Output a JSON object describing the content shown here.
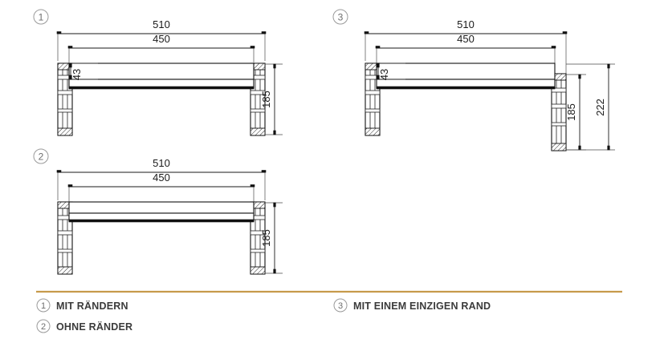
{
  "page": {
    "background": "#ffffff",
    "accent_color": "#c79a4b",
    "line_color": "#111111",
    "marker_color": "#9a9a9a"
  },
  "figures": [
    {
      "id": "fig-1",
      "marker": "1",
      "dimensions": {
        "outer_width": "510",
        "inner_width": "450",
        "beam_height": "43",
        "post_height": "185"
      }
    },
    {
      "id": "fig-2",
      "marker": "2",
      "dimensions": {
        "outer_width": "510",
        "inner_width": "450",
        "post_height": "185"
      }
    },
    {
      "id": "fig-3",
      "marker": "3",
      "dimensions": {
        "outer_width": "510",
        "inner_width": "450",
        "beam_height": "43",
        "post_height": "185",
        "total_height": "222"
      }
    }
  ],
  "legend": {
    "items": [
      {
        "marker": "1",
        "label": "MIT RÄNDERN"
      },
      {
        "marker": "2",
        "label": "OHNE RÄNDER"
      },
      {
        "marker": "3",
        "label": "MIT EINEM EINZIGEN RAND"
      }
    ]
  }
}
